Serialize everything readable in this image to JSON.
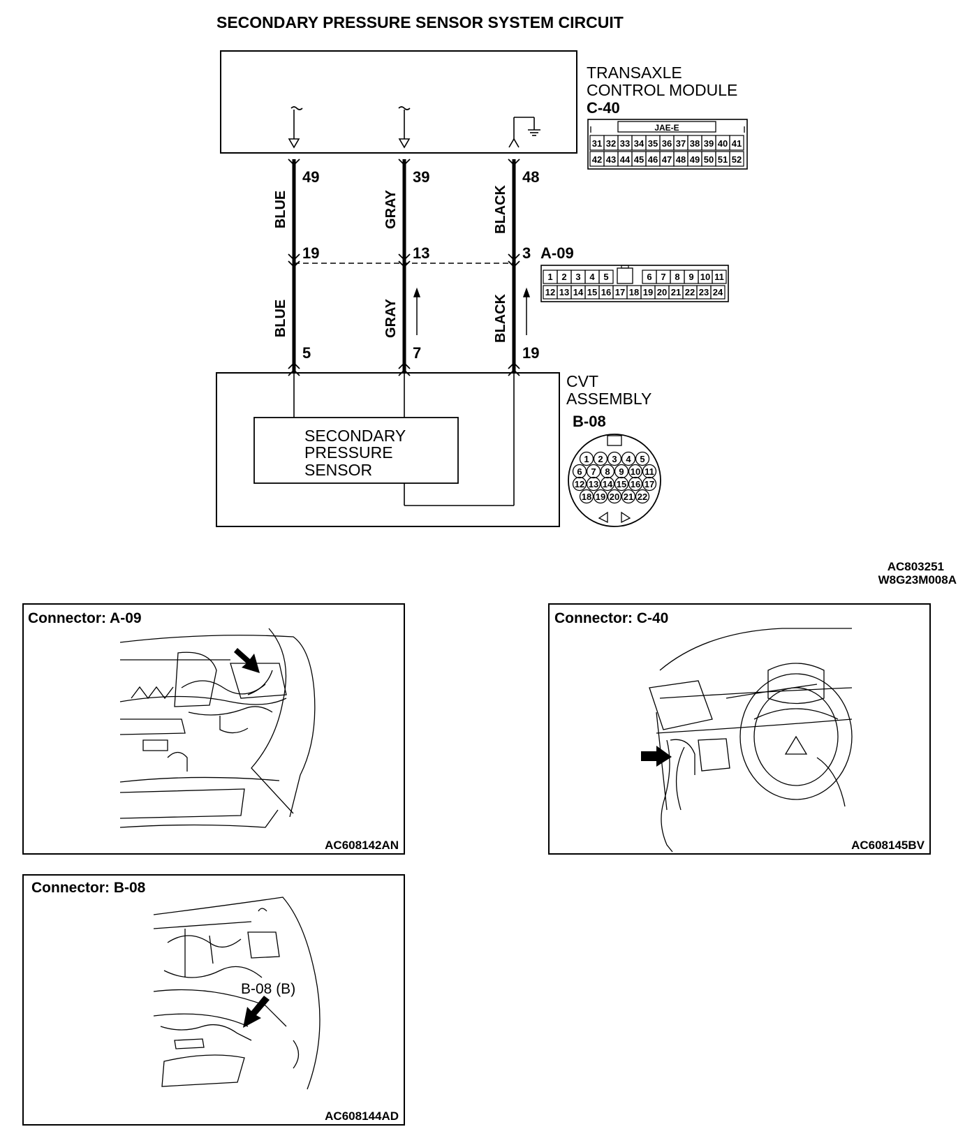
{
  "title": "SECONDARY PRESSURE SENSOR SYSTEM CIRCUIT",
  "tcm": {
    "line1": "TRANSAXLE",
    "line2": "CONTROL MODULE",
    "connector_id": "C-40",
    "connector_type": "JAE-E",
    "pins_row1": [
      "31",
      "32",
      "33",
      "34",
      "35",
      "36",
      "37",
      "38",
      "39",
      "40",
      "41"
    ],
    "pins_row2": [
      "42",
      "43",
      "44",
      "45",
      "46",
      "47",
      "48",
      "49",
      "50",
      "51",
      "52"
    ]
  },
  "wires": [
    {
      "tcm_pin": "49",
      "color_upper": "BLUE",
      "a09_pin": "19",
      "color_lower": "BLUE",
      "b08_pin": "5"
    },
    {
      "tcm_pin": "39",
      "color_upper": "GRAY",
      "a09_pin": "13",
      "color_lower": "GRAY",
      "b08_pin": "7"
    },
    {
      "tcm_pin": "48",
      "color_upper": "BLACK",
      "a09_pin": "3",
      "color_lower": "BLACK",
      "b08_pin": "19"
    }
  ],
  "a09": {
    "connector_id": "A-09",
    "pins_row1": [
      "1",
      "2",
      "3",
      "4",
      "5",
      "6",
      "7",
      "8",
      "9",
      "10",
      "11"
    ],
    "pins_row2": [
      "12",
      "13",
      "14",
      "15",
      "16",
      "17",
      "18",
      "19",
      "20",
      "21",
      "22",
      "23",
      "24"
    ]
  },
  "cvt": {
    "line1": "CVT",
    "line2": "ASSEMBLY",
    "connector_id": "B-08",
    "sensor_line1": "SECONDARY",
    "sensor_line2": "PRESSURE",
    "sensor_line3": "SENSOR",
    "pins": [
      [
        "1",
        "2",
        "3",
        "4",
        "5"
      ],
      [
        "6",
        "7",
        "8",
        "9",
        "10",
        "11"
      ],
      [
        "12",
        "13",
        "14",
        "15",
        "16",
        "17"
      ],
      [
        "18",
        "19",
        "20",
        "21",
        "22"
      ]
    ]
  },
  "ref_codes": {
    "line1": "AC803251",
    "line2": "W8G23M008A"
  },
  "panels": {
    "a09": {
      "label": "Connector: A-09",
      "code": "AC608142AN"
    },
    "c40": {
      "label": "Connector: C-40",
      "code": "AC608145BV"
    },
    "b08": {
      "label": "Connector: B-08",
      "code": "AC608144AD",
      "callout": "B-08 (B)"
    }
  }
}
